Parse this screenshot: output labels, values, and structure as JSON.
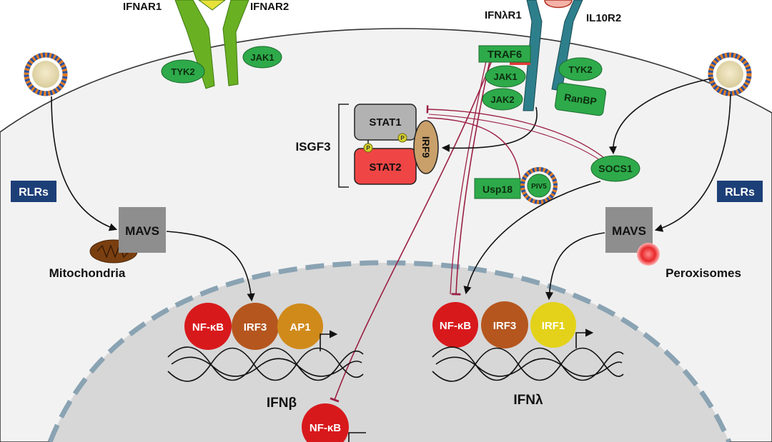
{
  "receptors": {
    "ifnar1": "IFNAR1",
    "ifnar2": "IFNAR2",
    "ifnlr1": "IFNλR1",
    "il10r2": "IL10R2"
  },
  "kinases": {
    "tyk2_left": "TYK2",
    "jak1_left": "JAK1",
    "traf6": "TRAF6",
    "jak1_right": "JAK1",
    "jak2": "JAK2",
    "tyk2_right": "TYK2",
    "ranbp": "RanBP"
  },
  "isgf3": {
    "label": "ISGF3",
    "stat1": "STAT1",
    "stat2": "STAT2",
    "irf9": "IRF9",
    "p": "P"
  },
  "regulators": {
    "socs1": "SOCS1",
    "usp18": "Usp18",
    "piv5": "PIV5"
  },
  "rlrs_left": "RLRs",
  "rlrs_right": "RLRs",
  "mavs_left": "MAVS",
  "mavs_right": "MAVS",
  "mitochondria": "Mitochondria",
  "peroxisomes": "Peroxisomes",
  "nucleus": {
    "left": {
      "nfkb": "NF-κB",
      "irf3": "IRF3",
      "ap1": "AP1",
      "gene": "IFNβ"
    },
    "right": {
      "nfkb": "NF-κB",
      "irf3": "IRF3",
      "irf1": "IRF1",
      "gene": "IFNλ"
    },
    "bottom_nfkb": "NF-κB"
  },
  "colors": {
    "receptor_green": "#6ab023",
    "kinase_green": "#2eaa4a",
    "teal_receptor": "#2e7f8c",
    "nfkb_red": "#d8191c",
    "irf3_brown": "#b5561e",
    "ap1_orange": "#d08a1a",
    "irf1_yellow": "#e3d219",
    "rlrs_navy": "#1d3f78",
    "inhibit_line": "#9b1f43"
  }
}
